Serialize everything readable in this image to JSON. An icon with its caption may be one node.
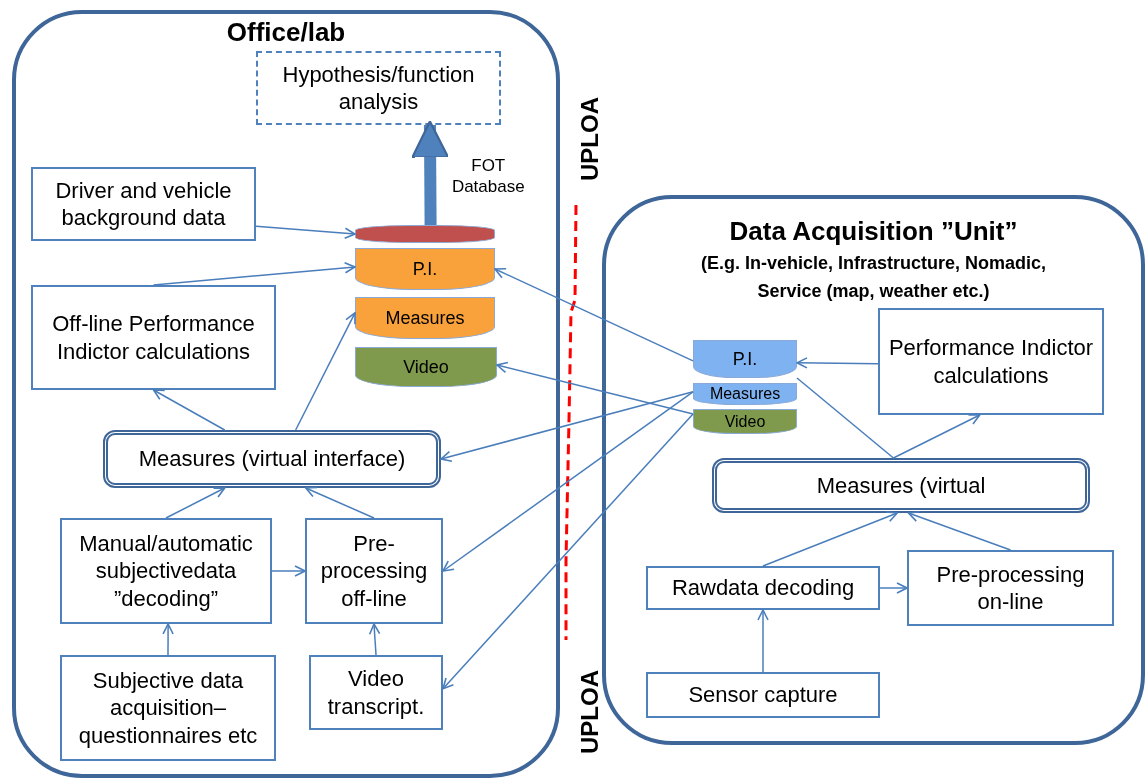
{
  "diagram": {
    "nodes": [
      {
        "text": [
          "Office/lab"
        ]
      },
      {
        "text": [
          "Hypothesis/function analysis"
        ],
        "in": 0
      },
      {
        "text": [
          "Driver and vehicle background data"
        ],
        "in": 0
      },
      {
        "text": [],
        "shape": "cylinder",
        "in": 0
      },
      {
        "text": [
          "P.I."
        ],
        "in": 0
      },
      {
        "text": [
          "Measures"
        ],
        "in": 0
      },
      {
        "text": [
          "Video"
        ],
        "in": 0
      },
      {
        "text": [
          "Off-line Performance Indictor calculations"
        ],
        "in": 0
      },
      {
        "text": [
          "Measures (virtual interface)"
        ],
        "in": 0
      },
      {
        "text": [
          "Manual/automatic subjectivedata ”decoding”"
        ],
        "in": 0
      },
      {
        "text": [
          "Pre- processing off-line"
        ],
        "in": 0
      },
      {
        "text": [
          "Subjective data acquisition– questionnaires etc"
        ],
        "in": 0
      },
      {
        "text": [
          "Video transcript."
        ],
        "in": 0
      },
      {
        "text": [
          "Data Acquisition ”Unit”",
          "(E.g. In-vehicle, Infrastructure, Nomadic, Service (map, weather etc.)"
        ]
      },
      {
        "text": [
          "P.I."
        ],
        "in": 13
      },
      {
        "text": [
          "Measures"
        ],
        "in": 13
      },
      {
        "text": [
          "Video"
        ],
        "in": 13
      },
      {
        "text": [
          "Performance Indictor calculations"
        ],
        "in": 13
      },
      {
        "text": [
          "Measures (virtual"
        ],
        "in": 13
      },
      {
        "text": [
          "Rawdata decoding"
        ],
        "in": 13
      },
      {
        "text": [
          "Pre-processing on-line"
        ],
        "in": 13
      },
      {
        "text": [
          "Sensor capture"
        ],
        "in": 13
      }
    ],
    "edges": [
      {
        "from": 2,
        "to": 3,
        "arrow": "to"
      },
      {
        "from": 7,
        "to": 4,
        "arrow": "to"
      },
      {
        "from": 8,
        "to": 7,
        "arrow": "to"
      },
      {
        "from": 8,
        "to": 5,
        "arrow": "to"
      },
      {
        "from": 9,
        "to": 8,
        "arrow": "to"
      },
      {
        "from": 10,
        "to": 8,
        "arrow": "to"
      },
      {
        "from": 9,
        "to": 10,
        "arrow": "to"
      },
      {
        "from": 11,
        "to": 9,
        "arrow": "to"
      },
      {
        "from": 12,
        "to": 10,
        "arrow": "to"
      },
      {
        "from": 14,
        "to": 4,
        "arrow": "to"
      },
      {
        "from": 16,
        "to": 6,
        "arrow": "to"
      },
      {
        "from": 15,
        "to": 8,
        "arrow": "to"
      },
      {
        "from": 15,
        "to": 10,
        "arrow": "to"
      },
      {
        "from": 16,
        "to": 12,
        "arrow": "to"
      },
      {
        "from": 17,
        "to": 14,
        "arrow": "to"
      },
      {
        "from": 18,
        "to": 17,
        "arrow": "to"
      },
      {
        "from": 18,
        "to": 14,
        "arrow": "none"
      },
      {
        "from": 19,
        "to": 18,
        "arrow": "to"
      },
      {
        "from": 20,
        "to": 18,
        "arrow": "to"
      },
      {
        "from": 19,
        "to": 20,
        "arrow": "to"
      },
      {
        "from": 21,
        "to": 19,
        "arrow": "to"
      },
      {
        "from": 3,
        "to": 1,
        "arrow": "to",
        "style": "thick",
        "label": "FOT Database"
      }
    ],
    "labels": [
      "UPLOA",
      "UPLOA"
    ]
  }
}
